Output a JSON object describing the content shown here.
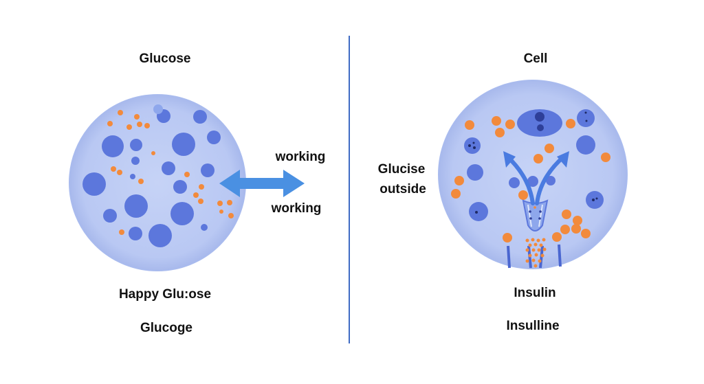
{
  "left_panel": {
    "top_label": "Glucose",
    "bottom_label_1": "Happy Glu:ose",
    "bottom_label_2": "Glucoge"
  },
  "arrow_labels": {
    "top": "working",
    "bottom": "working"
  },
  "right_panel": {
    "top_label": "Cell",
    "side_label_line1": "Glucise",
    "side_label_line2": "outside",
    "bottom_label_1": "Insulin",
    "bottom_label_2": "Insulline"
  },
  "colors": {
    "cell_fill": "#b9c8f3",
    "cell_edge": "#a9bbee",
    "blue_dot": "#5c77dc",
    "dark_blue": "#3a4fb4",
    "orange_dot": "#f28a3c",
    "arrow": "#4a90e2",
    "divider": "#3e6bc4"
  }
}
